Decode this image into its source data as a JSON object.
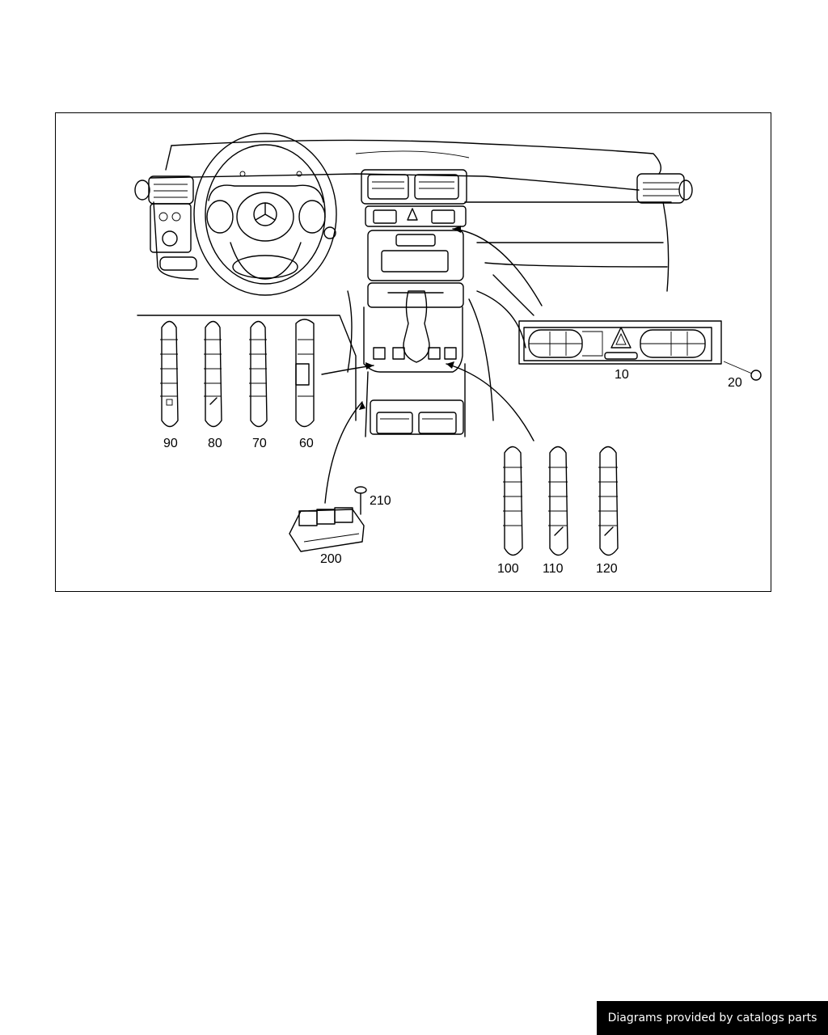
{
  "diagram": {
    "callouts": [
      {
        "id": "c10",
        "text": "10"
      },
      {
        "id": "c20",
        "text": "20"
      },
      {
        "id": "c60",
        "text": "60"
      },
      {
        "id": "c70",
        "text": "70"
      },
      {
        "id": "c80",
        "text": "80"
      },
      {
        "id": "c90",
        "text": "90"
      },
      {
        "id": "c100",
        "text": "100"
      },
      {
        "id": "c110",
        "text": "110"
      },
      {
        "id": "c120",
        "text": "120"
      },
      {
        "id": "c200",
        "text": "200"
      },
      {
        "id": "c210",
        "text": "210"
      }
    ]
  },
  "footer": {
    "credit": "Diagrams provided by catalogs parts"
  }
}
